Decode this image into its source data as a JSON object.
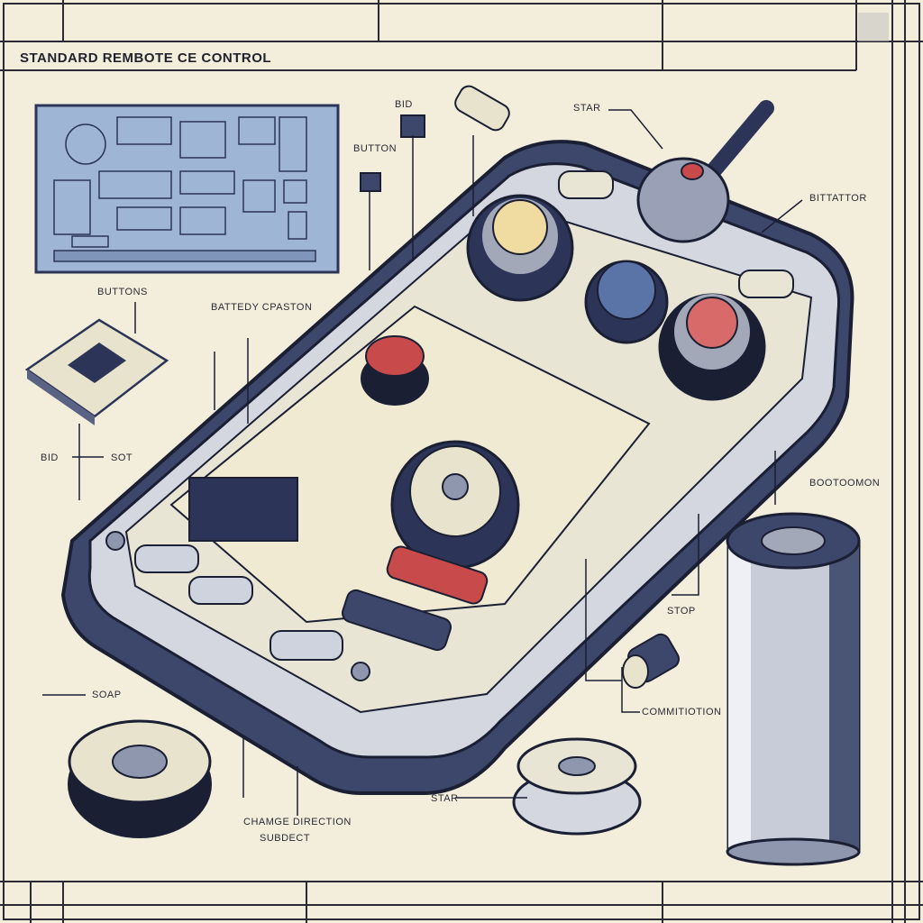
{
  "title": "STANDARD REMBOTE CE CONTROL",
  "labels": {
    "bid_top": "BID",
    "star_top": "STAR",
    "button": "BUTTON",
    "bittattor": "BITTATTOR",
    "buttons": "BUTTONS",
    "battery_cpaston": "BATTEDY CPASTON",
    "bid_left": "BID",
    "sot": "SOT",
    "bootoomon": "BOOTOOMON",
    "stop": "STOP",
    "commition": "COMMITIOTION",
    "soap": "SOAP",
    "star_bottom": "STAR",
    "change_direction": "CHAMGE DIRECTION",
    "subject": "SUBDECT"
  },
  "colors": {
    "paper": "#f3eedb",
    "ink": "#23232d",
    "navy": "#2c3558",
    "steel": "#8e97ad",
    "pcb_blue": "#9fb5d6",
    "red": "#c94a4a",
    "yellow": "#f0dca0",
    "blue_button": "#5b74a8"
  }
}
